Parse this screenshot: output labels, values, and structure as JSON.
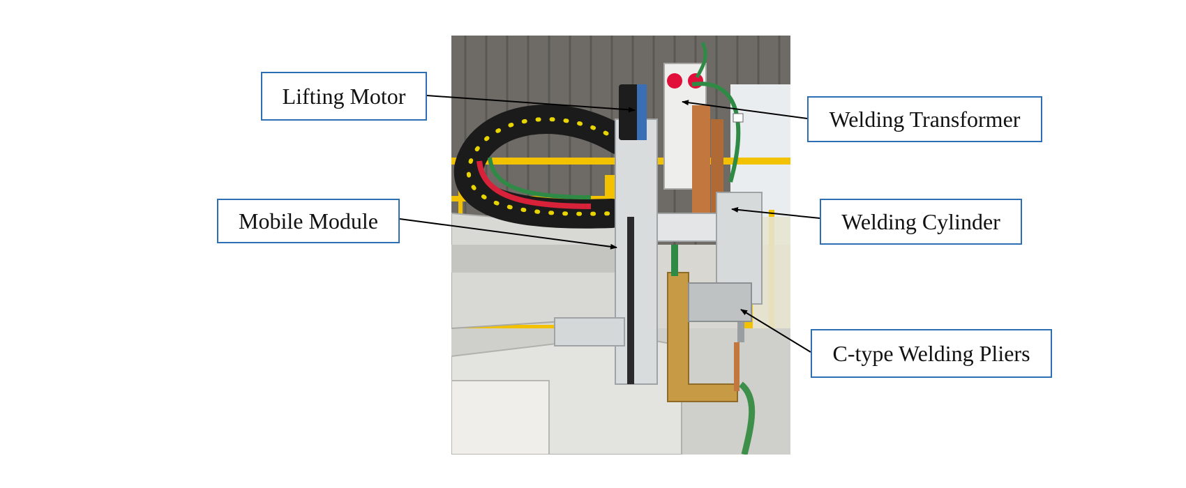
{
  "labels": {
    "lifting_motor": "Lifting Motor",
    "welding_transformer": "Welding Transformer",
    "mobile_module": "Mobile Module",
    "welding_cylinder": "Welding Cylinder",
    "c_type_welding_pliers": "C-type Welding Pliers"
  },
  "colors": {
    "box_border": "#2e6fb3",
    "leader_line": "#000000",
    "cable_carrier": "#1b1b1b",
    "cable_carrier_dots": "#e8d400",
    "frame_aluminum": "#cfd2d3",
    "copper": "#c2773f",
    "brass_plier": "#c79a45",
    "safety_fence": "#f2c200",
    "transformer_red": "#e0103a"
  }
}
